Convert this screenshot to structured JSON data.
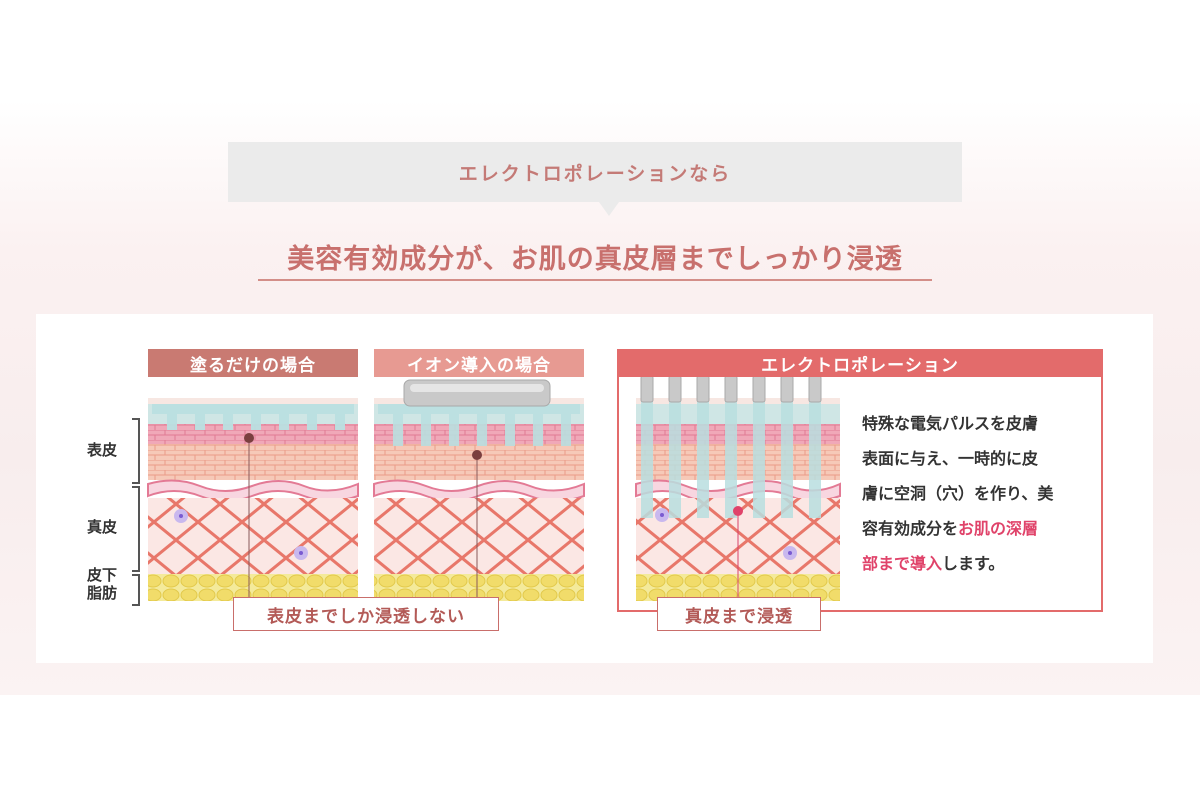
{
  "header": {
    "bubble_text": "エレクトロポレーションなら",
    "headline": "美容有効成分が、お肌の真皮層までしっかり浸透"
  },
  "layers": {
    "epidermis": "表皮",
    "dermis": "真皮",
    "subcutaneous_line1": "皮下",
    "subcutaneous_line2": "脂肪"
  },
  "panes": [
    {
      "label": "塗るだけの場合",
      "color": "#c97a72"
    },
    {
      "label": "イオン導入の場合",
      "color": "#e79a92"
    },
    {
      "label": "エレクトロポレーション",
      "color": "#e36b6b"
    }
  ],
  "notes": {
    "shallow": "表皮までしか浸透しない",
    "deep": "真皮まで浸透"
  },
  "description": {
    "line1": "特殊な電気パルスを皮膚",
    "line2": "表面に与え、一時的に皮",
    "line3": "膚に空洞（穴）を作り、美",
    "line4_pre": "容有効成分を",
    "line4_hl": "お肌の深層",
    "line5_hl": "部まで導入",
    "line5_post": "します。"
  },
  "colors": {
    "accent": "#c8706d",
    "highlight": "#e0436a",
    "skin_pink": "#f7dada",
    "collagen": "#e8776a",
    "fat": "#f1e07a",
    "serum": "#b9dfe0"
  }
}
